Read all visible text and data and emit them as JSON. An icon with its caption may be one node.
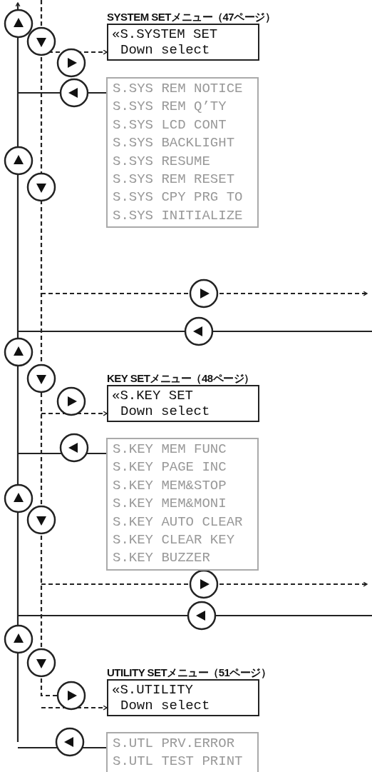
{
  "diagram": {
    "nodes": [
      {
        "text": [
          "SYSTEM SETメニュー（47ページ）",
          "«S.SYSTEM SET",
          "Down select"
        ]
      },
      {
        "text": [
          "S.SYS REM NOTICE",
          "S.SYS REM Q’TY",
          "S.SYS LCD CONT",
          "S.SYS BACKLIGHT",
          "S.SYS RESUME",
          "S.SYS REM RESET",
          "S.SYS CPY PRG TO",
          "S.SYS INITIALIZE"
        ]
      },
      {
        "text": [
          "KEY SETメニュー（48ページ）",
          "«S.KEY SET",
          "Down select"
        ]
      },
      {
        "text": [
          "S.KEY MEM FUNC",
          "S.KEY PAGE INC",
          "S.KEY MEM&STOP",
          "S.KEY MEM&MONI",
          "S.KEY AUTO CLEAR",
          "S.KEY CLEAR KEY",
          "S.KEY BUZZER"
        ]
      },
      {
        "text": [
          "UTILITY SETメニュー（51ページ）",
          "«S.UTILITY",
          "Down select"
        ]
      },
      {
        "text": [
          "S.UTL PRV.ERROR",
          "S.UTL TEST PRINT"
        ]
      }
    ],
    "edges": [
      {
        "from": null,
        "to": 0,
        "arrow": "to",
        "style": "dashed"
      },
      {
        "from": 1,
        "to": null,
        "arrow": "none"
      },
      {
        "from": null,
        "to": 2,
        "arrow": "to",
        "style": "dashed"
      },
      {
        "from": 3,
        "to": null,
        "arrow": "none"
      },
      {
        "from": null,
        "to": 4,
        "arrow": "to",
        "style": "dashed"
      },
      {
        "from": 5,
        "to": null,
        "arrow": "none"
      }
    ]
  }
}
